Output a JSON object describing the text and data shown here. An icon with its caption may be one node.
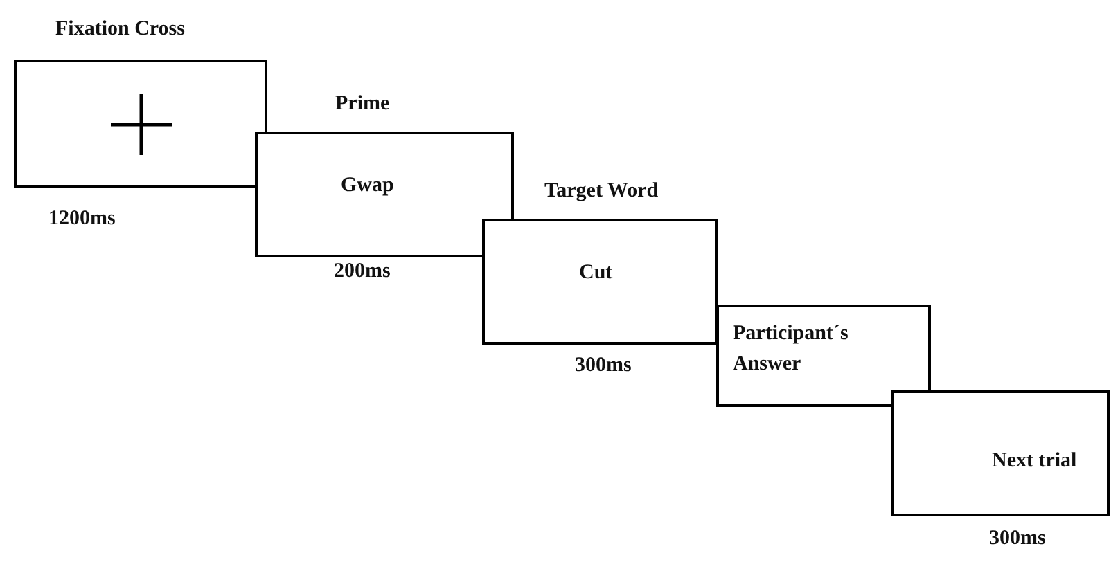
{
  "diagram": {
    "nodes": [
      {
        "text": [
          "Fixation Cross"
        ],
        "beside": [
          "1200ms"
        ]
      },
      {
        "text": [
          "Prime",
          "Gwap"
        ],
        "beside": [
          "200ms"
        ]
      },
      {
        "text": [
          "Target Word",
          "Cut"
        ],
        "beside": [
          "300ms"
        ]
      },
      {
        "text": [
          "Participant´s Answer"
        ]
      },
      {
        "text": [
          "Next trial"
        ],
        "beside": [
          "300ms"
        ]
      }
    ]
  }
}
